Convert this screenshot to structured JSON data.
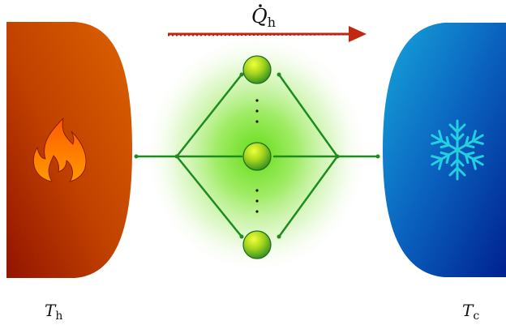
{
  "heat_flow": {
    "symbol": "Q",
    "subscript": "h",
    "arrow_color": "#c0280f"
  },
  "hot_reservoir": {
    "symbol": "T",
    "subscript": "h",
    "icon": "flame-icon",
    "color_light": "#d95a00",
    "color_dark": "#9a1a00"
  },
  "cold_reservoir": {
    "symbol": "T",
    "subscript": "c",
    "icon": "snowflake-icon",
    "color_light": "#1aa0d8",
    "color_dark": "#00249a"
  },
  "system": {
    "glow_color": "#7be02a",
    "wire_color": "#1e8c1e",
    "node_count_shown": 3,
    "ellipsis": "⋮"
  }
}
